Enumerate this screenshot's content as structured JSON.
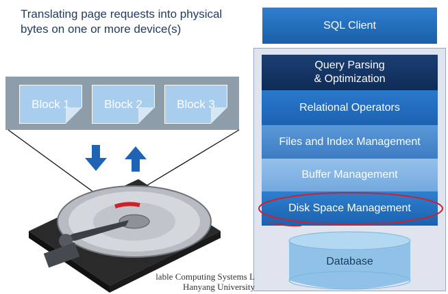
{
  "caption": "Translating page requests into physical bytes on one or more device(s)",
  "blocks": [
    "Block 1",
    "Block 2",
    "Block 3"
  ],
  "sql_client": "SQL Client",
  "layers": {
    "query_parsing_line1": "Query Parsing",
    "query_parsing_line2": "& Optimization",
    "relational_operators": "Relational Operators",
    "files_index": "Files and Index Management",
    "buffer": "Buffer Management",
    "disk_space": "Disk Space Management"
  },
  "database": "Database",
  "footer": {
    "line1": "lable Computing Systems L",
    "line2": "Hanyang University"
  },
  "colors": {
    "annotation_red": "#d0202a",
    "arrow_blue": "#1f63b5"
  }
}
